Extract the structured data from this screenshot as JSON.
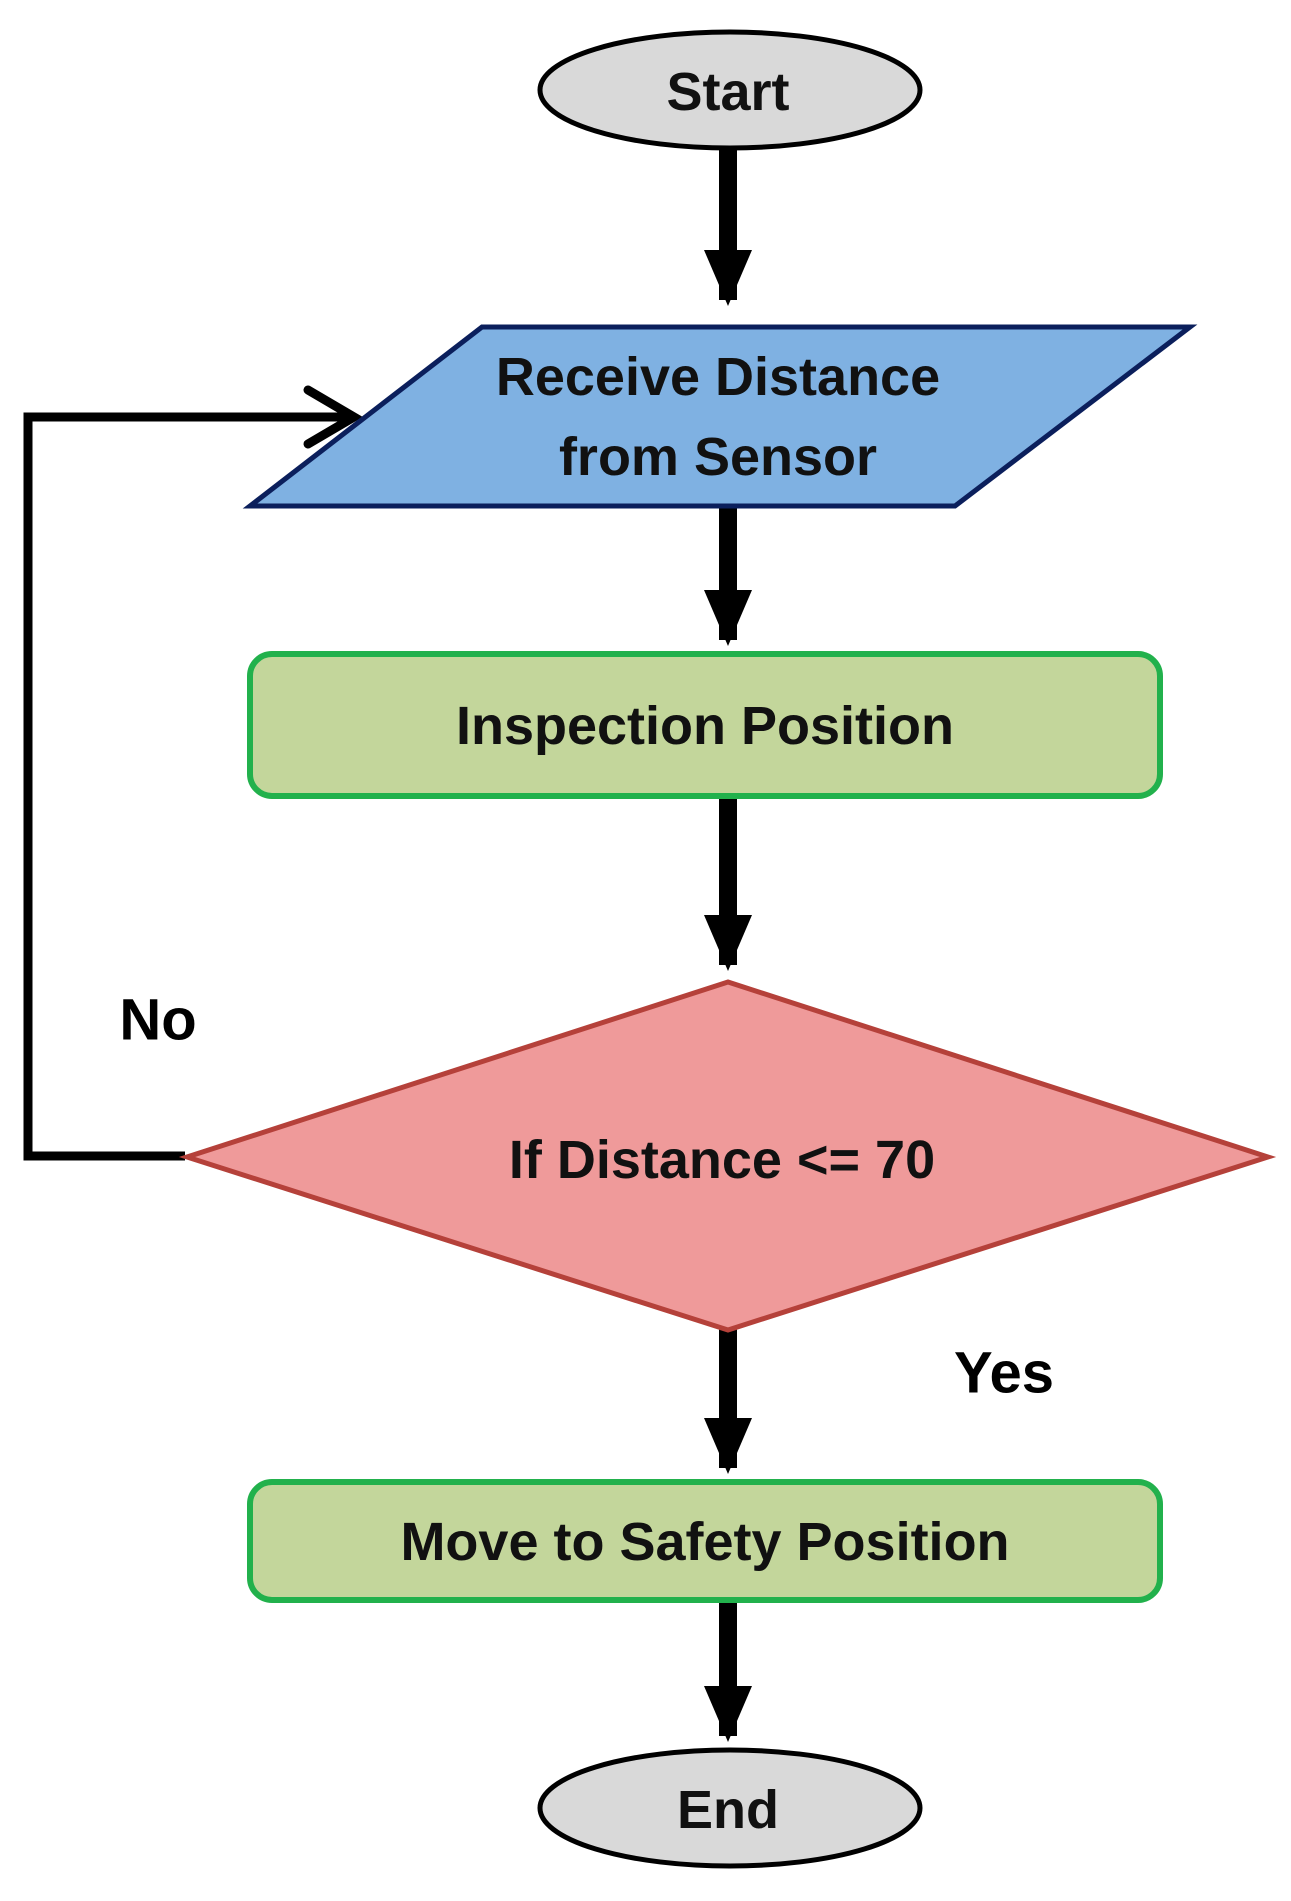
{
  "diagram": {
    "type": "flowchart",
    "nodes": {
      "start": {
        "label": "Start",
        "shape": "terminator",
        "fill": "#d9d9d9",
        "stroke": "#000000"
      },
      "receive": {
        "label_line1": "Receive Distance",
        "label_line2": "from Sensor",
        "shape": "input-output",
        "fill": "#7fb1e2",
        "stroke": "#0b1f5c"
      },
      "inspection": {
        "label": "Inspection Position",
        "shape": "process",
        "fill": "#c3d69b",
        "stroke": "#22b14c"
      },
      "decision": {
        "label": "If Distance <= 70",
        "shape": "decision",
        "fill": "#ef9a9a",
        "stroke": "#b5413a"
      },
      "safety": {
        "label": "Move to Safety Position",
        "shape": "process",
        "fill": "#c3d69b",
        "stroke": "#22b14c"
      },
      "end": {
        "label": "End",
        "shape": "terminator",
        "fill": "#d9d9d9",
        "stroke": "#000000"
      }
    },
    "edges": [
      {
        "from": "start",
        "to": "receive",
        "label": ""
      },
      {
        "from": "receive",
        "to": "inspection",
        "label": ""
      },
      {
        "from": "inspection",
        "to": "decision",
        "label": ""
      },
      {
        "from": "decision",
        "to": "receive",
        "label": "No"
      },
      {
        "from": "decision",
        "to": "safety",
        "label": "Yes"
      },
      {
        "from": "safety",
        "to": "end",
        "label": ""
      }
    ],
    "labels": {
      "no": "No",
      "yes": "Yes"
    }
  }
}
